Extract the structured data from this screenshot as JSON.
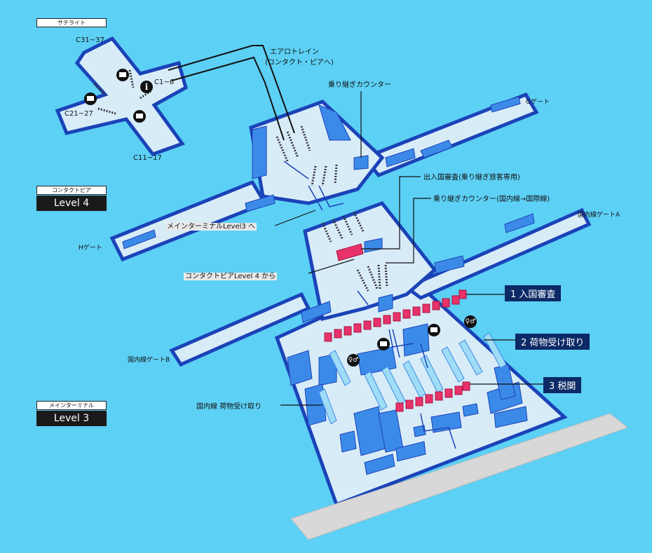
{
  "legend": {
    "satellite": "サテライト",
    "contact_pier": "コンタクトピア",
    "contact_pier_level": "Level 4",
    "main_terminal": "メインターミナル",
    "main_terminal_level": "Level 3"
  },
  "satellite_gates": {
    "c31_37": "C31~37",
    "c1_6": "C1~6",
    "c21_27": "C21~27",
    "c11_17": "C11~17"
  },
  "labels": {
    "aerotrain": "エアロトレイン",
    "aerotrain_sub": "(コンタクト・ピアへ)",
    "transfer_counter": "乗り継ぎカウンター",
    "g_gate": "Gゲート",
    "h_gate": "Hゲート",
    "immigration_transfer": "出入国審査(乗り継ぎ旅客専用)",
    "transfer_counter_dom_intl": "乗り継ぎカウンター(国内線→国際線)",
    "domestic_gate_a": "国内線ゲートA",
    "domestic_gate_b": "国内線ゲートB",
    "to_main_terminal": "メインターミナルLevel3 へ",
    "from_contact_pier": "コンタクトピアLevel 4 から",
    "domestic_baggage": "国内線 荷物受け取り"
  },
  "callouts": {
    "immigration": "1 入国審査",
    "baggage": "2 荷物受け取り",
    "customs": "3 税関"
  },
  "icons": [
    "information-icon",
    "monitor-icon",
    "restroom-icon"
  ],
  "colors": {
    "background": "#5dd0f5",
    "floor": "#d8ecf8",
    "blocks": "#3c8ae8",
    "walls": "#1b43b8",
    "highlight": "#e8326a",
    "callout": "#0c2a66"
  }
}
